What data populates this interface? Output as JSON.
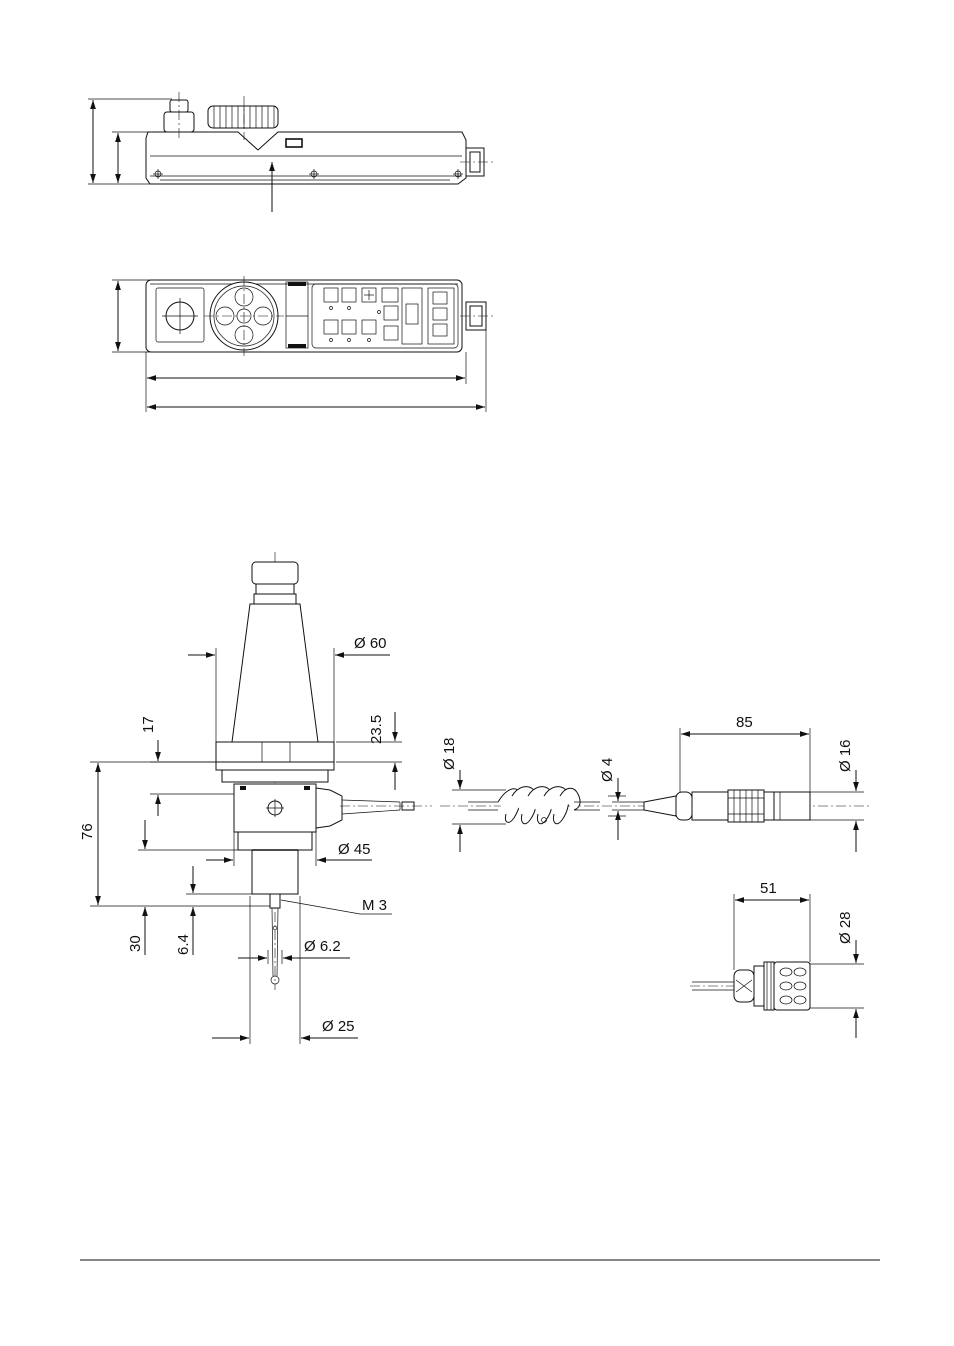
{
  "dimensions": {
    "taper_diameter": "Ø 60",
    "flange_offset": "23.5",
    "flange_thickness": "17",
    "overall_height": "76",
    "lower_height": "30",
    "shank_length": "6.4",
    "body_diameter": "Ø 45",
    "thread": "M 3",
    "stylus_diameter": "Ø 6.2",
    "tip_diameter": "Ø 25",
    "coil_diameter": "Ø 18",
    "cable_diameter": "Ø 4",
    "connector_length": "85",
    "connector_diameter": "Ø 16",
    "coupling_length": "51",
    "coupling_diameter": "Ø 28"
  }
}
